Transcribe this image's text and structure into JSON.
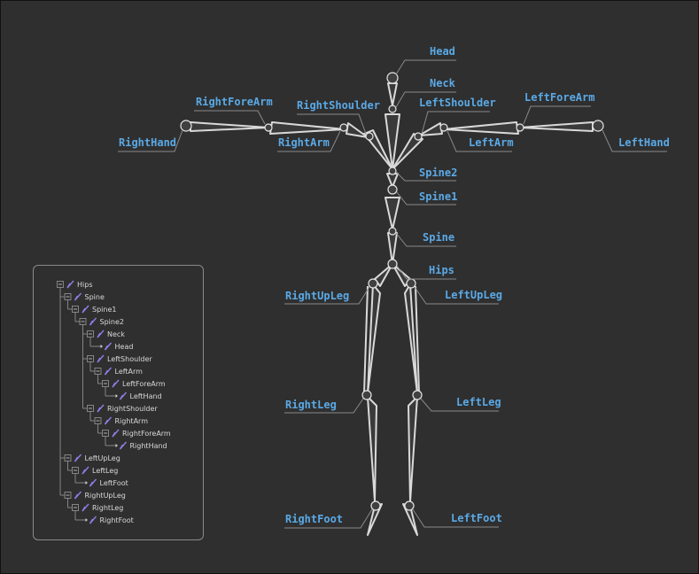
{
  "diagram": {
    "colors": {
      "background": "#2f2f2f",
      "label": "#5aa9e6",
      "bone_outline": "#d9d9d9",
      "leader_line": "#8a8a8a",
      "tree_text": "#d8d8d8",
      "bone_icon": "#8b7fe6"
    },
    "bone_labels": [
      {
        "id": "head",
        "text": "Head"
      },
      {
        "id": "neck",
        "text": "Neck"
      },
      {
        "id": "right-fore-arm",
        "text": "RightForeArm"
      },
      {
        "id": "right-shoulder",
        "text": "RightShoulder"
      },
      {
        "id": "left-shoulder",
        "text": "LeftShoulder"
      },
      {
        "id": "left-fore-arm",
        "text": "LeftForeArm"
      },
      {
        "id": "right-hand",
        "text": "RightHand"
      },
      {
        "id": "right-arm",
        "text": "RightArm"
      },
      {
        "id": "left-arm",
        "text": "LeftArm"
      },
      {
        "id": "left-hand",
        "text": "LeftHand"
      },
      {
        "id": "spine2",
        "text": "Spine2"
      },
      {
        "id": "spine1",
        "text": "Spine1"
      },
      {
        "id": "spine",
        "text": "Spine"
      },
      {
        "id": "hips",
        "text": "Hips"
      },
      {
        "id": "right-up-leg",
        "text": "RightUpLeg"
      },
      {
        "id": "left-up-leg",
        "text": "LeftUpLeg"
      },
      {
        "id": "right-leg",
        "text": "RightLeg"
      },
      {
        "id": "left-leg",
        "text": "LeftLeg"
      },
      {
        "id": "right-foot",
        "text": "RightFoot"
      },
      {
        "id": "left-foot",
        "text": "LeftFoot"
      }
    ]
  },
  "hierarchy": {
    "nodes": [
      {
        "name": "Hips",
        "depth": 0,
        "has_children": true
      },
      {
        "name": "Spine",
        "depth": 1,
        "has_children": true
      },
      {
        "name": "Spine1",
        "depth": 2,
        "has_children": true
      },
      {
        "name": "Spine2",
        "depth": 3,
        "has_children": true
      },
      {
        "name": "Neck",
        "depth": 4,
        "has_children": true
      },
      {
        "name": "Head",
        "depth": 5,
        "has_children": false
      },
      {
        "name": "LeftShoulder",
        "depth": 4,
        "has_children": true
      },
      {
        "name": "LeftArm",
        "depth": 5,
        "has_children": true
      },
      {
        "name": "LeftForeArm",
        "depth": 6,
        "has_children": true
      },
      {
        "name": "LeftHand",
        "depth": 7,
        "has_children": false
      },
      {
        "name": "RightShoulder",
        "depth": 4,
        "has_children": true
      },
      {
        "name": "RightArm",
        "depth": 5,
        "has_children": true
      },
      {
        "name": "RightForeArm",
        "depth": 6,
        "has_children": true
      },
      {
        "name": "RightHand",
        "depth": 7,
        "has_children": false
      },
      {
        "name": "LeftUpLeg",
        "depth": 1,
        "has_children": true
      },
      {
        "name": "LeftLeg",
        "depth": 2,
        "has_children": true
      },
      {
        "name": "LeftFoot",
        "depth": 3,
        "has_children": false
      },
      {
        "name": "RightUpLeg",
        "depth": 1,
        "has_children": true
      },
      {
        "name": "RightLeg",
        "depth": 2,
        "has_children": true
      },
      {
        "name": "RightFoot",
        "depth": 3,
        "has_children": false
      }
    ]
  }
}
